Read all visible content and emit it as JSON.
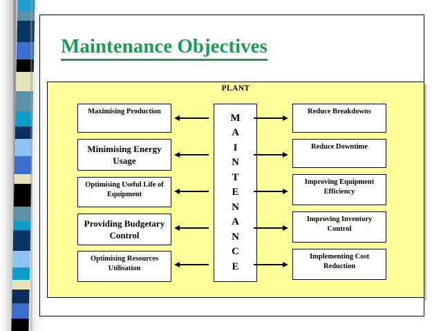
{
  "slide": {
    "title": "Maintenance Objectives",
    "title_color": "#1a9c54",
    "panel_color": "#ffff99"
  },
  "diagram": {
    "plant_label": "PLANT",
    "center_node": {
      "name": "MAINTENANCE",
      "letters": [
        "M",
        "A",
        "I",
        "N",
        "T",
        "E",
        "N",
        "A",
        "N",
        "C",
        "E"
      ]
    },
    "left_nodes": [
      {
        "label": "Maximising Production",
        "size": "sm",
        "align": "top"
      },
      {
        "label": "Minimising Energy Usage",
        "size": "md",
        "align": "center"
      },
      {
        "label": "Optimising Useful Life of Equipment",
        "size": "sm",
        "align": "top"
      },
      {
        "label": "Providing Budgetary Control",
        "size": "md",
        "align": "center"
      },
      {
        "label": "Optimising Resources Utilisation",
        "size": "sm",
        "align": "top"
      }
    ],
    "right_nodes": [
      {
        "label": "Reduce Breakdowns",
        "size": "sm",
        "align": "top"
      },
      {
        "label": "Reduce Downtime",
        "size": "sm",
        "align": "top"
      },
      {
        "label": "Improving Equipment Efficiency",
        "size": "sm",
        "align": "top"
      },
      {
        "label": "Improving Inventory Control",
        "size": "sm",
        "align": "top"
      },
      {
        "label": "Implementing Cost Reduction",
        "size": "sm",
        "align": "top"
      }
    ],
    "arrow_directions": {
      "to_left_nodes": "left",
      "to_right_nodes": "right"
    }
  },
  "ribbon": {
    "name": "decorative-color-ribbon",
    "blocks": [
      {
        "color": "#1b9fd0",
        "h": 26
      },
      {
        "color": "#5d93a8",
        "h": 18
      },
      {
        "color": "#0b3566",
        "h": 40
      },
      {
        "color": "#3a6fd0",
        "h": 32
      },
      {
        "color": "#000000",
        "h": 24
      },
      {
        "color": "#e4e4b8",
        "h": 36
      },
      {
        "color": "#5d93a8",
        "h": 38
      },
      {
        "color": "#0d9cc8",
        "h": 28
      },
      {
        "color": "#0b2f5c",
        "h": 24
      },
      {
        "color": "#8fc4f2",
        "h": 32
      },
      {
        "color": "#3a6fd0",
        "h": 34
      },
      {
        "color": "#e4e4b8",
        "h": 18
      },
      {
        "color": "#000000",
        "h": 42
      },
      {
        "color": "#5d93a8",
        "h": 28
      },
      {
        "color": "#0d9cc8",
        "h": 16
      },
      {
        "color": "#0b3566",
        "h": 40
      },
      {
        "color": "#8fc4f2",
        "h": 30
      },
      {
        "color": "#0d9cc8",
        "h": 24
      },
      {
        "color": "#e4e4b8",
        "h": 18
      },
      {
        "color": "#0b2f5c",
        "h": 26
      },
      {
        "color": "#3a6fd0",
        "h": 28
      },
      {
        "color": "#000000",
        "h": 30
      }
    ]
  }
}
